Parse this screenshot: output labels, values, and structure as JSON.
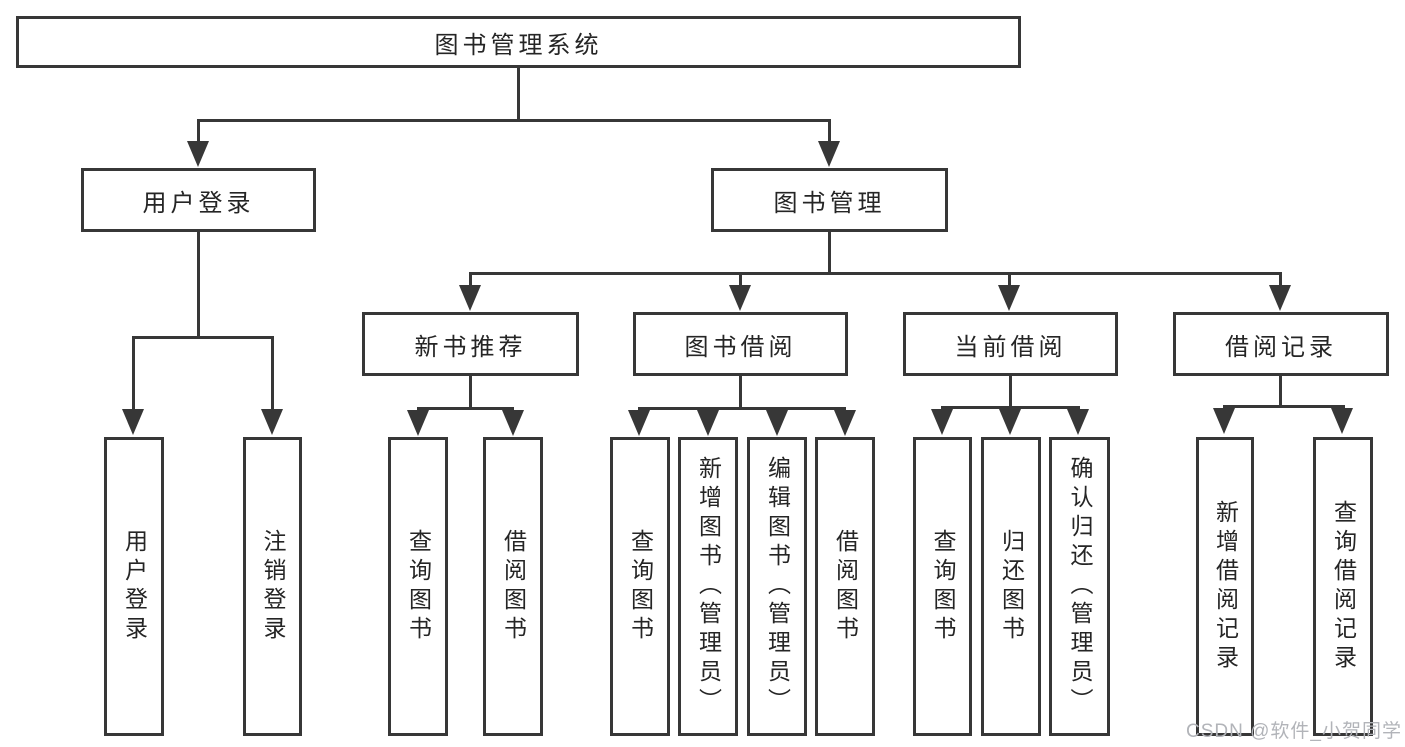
{
  "colors": {
    "line": "#373737",
    "box_background": "#ffffff",
    "text": "#252525",
    "watermark": "#b2b4b9",
    "page_background": "#ffffff"
  },
  "tree": {
    "root": {
      "label": "图书管理系统"
    },
    "branches": [
      {
        "label": "用户登录",
        "children": [
          {
            "label": "用户登录"
          },
          {
            "label": "注销登录"
          }
        ]
      },
      {
        "label": "图书管理",
        "children": [
          {
            "label": "新书推荐",
            "children": [
              {
                "label": "查询图书"
              },
              {
                "label": "借阅图书"
              }
            ]
          },
          {
            "label": "图书借阅",
            "children": [
              {
                "label": "查询图书"
              },
              {
                "label": "新增图书（管理员）"
              },
              {
                "label": "编辑图书（管理员）"
              },
              {
                "label": "借阅图书"
              }
            ]
          },
          {
            "label": "当前借阅",
            "children": [
              {
                "label": "查询图书"
              },
              {
                "label": "归还图书"
              },
              {
                "label": "确认归还（管理员）"
              }
            ]
          },
          {
            "label": "借阅记录",
            "children": [
              {
                "label": "新增借阅记录"
              },
              {
                "label": "查询借阅记录"
              }
            ]
          }
        ]
      }
    ]
  },
  "watermark": {
    "text": "CSDN @软件_小贺同学"
  }
}
